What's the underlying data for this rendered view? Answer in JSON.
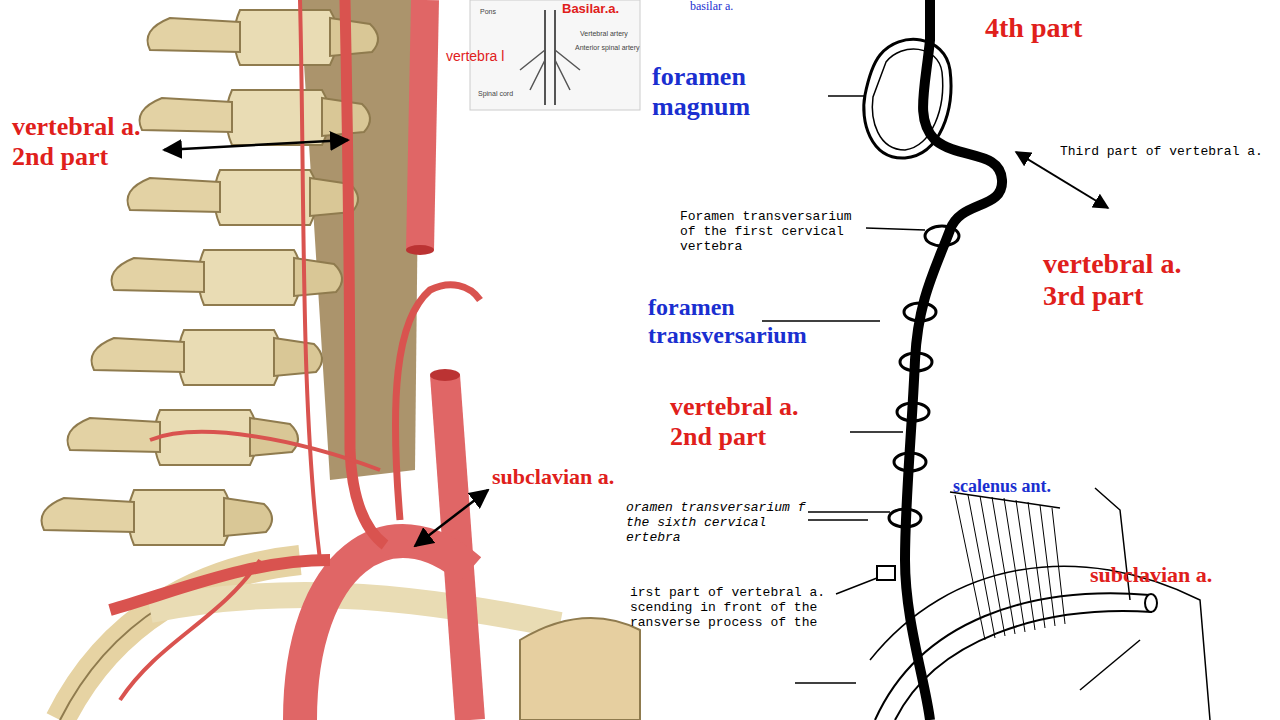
{
  "diagram": {
    "labels": [
      "Basilar.a.",
      "Pons",
      "Vertebral artery",
      "Anterior spinal artery",
      "Spinal cord",
      "vertebra l",
      "vertebral a. 2nd part",
      "subclavian a.",
      "basilar a.",
      "4th part",
      "foramen magnum",
      "Third part of vertebral a.",
      "Foramen transversarium of the first cervical vertebra",
      "vertebral a. 3rd part",
      "foramen transversarium",
      "vertebral a. 2nd part",
      "oramen transversarium f the sixth cervical ertebra",
      "scalenus ant.",
      "subclavian a.",
      "irst part of vertebral a. scending in front of the ransverse process of the"
    ]
  }
}
